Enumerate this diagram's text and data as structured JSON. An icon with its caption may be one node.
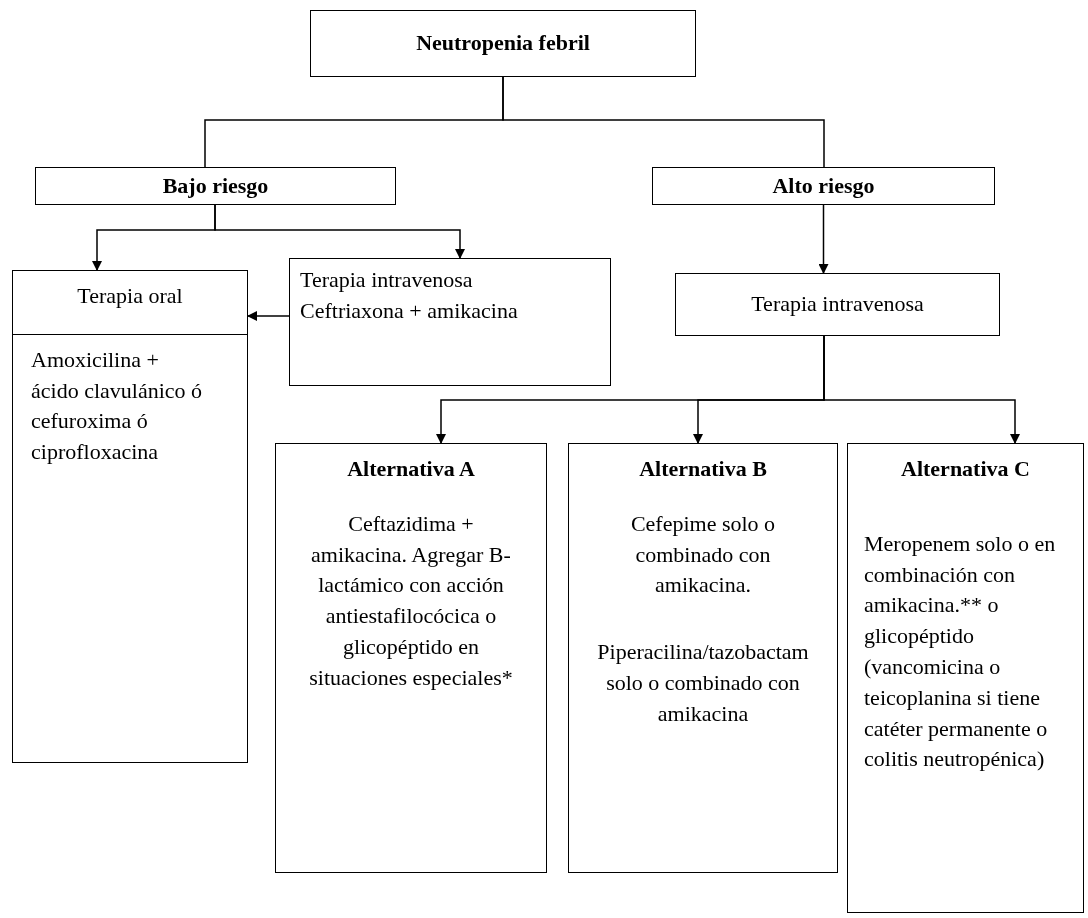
{
  "diagram": {
    "nodes": [
      {
        "text": [
          "Neutropenia febril"
        ]
      },
      {
        "text": [
          "Bajo riesgo"
        ]
      },
      {
        "text": [
          "Alto riesgo"
        ]
      },
      {
        "text": [
          "Terapia oral",
          "Amoxicilina + ácido clavulánico ó cefuroxima ó ciprofloxacina"
        ]
      },
      {
        "text": [
          "Terapia intravenosa",
          "Ceftriaxona + amikacina"
        ]
      },
      {
        "text": [
          "Terapia intravenosa"
        ]
      },
      {
        "text": [
          "Alternativa A",
          "Ceftazidima + amikacina. Agregar B-lactámico con acción antiestafilocócica o glicopéptido en situaciones especiales*"
        ]
      },
      {
        "text": [
          "Alternativa B",
          "Cefepime solo o combinado con amikacina.",
          "Piperacilina/tazobactam solo o combinado con amikacina"
        ]
      },
      {
        "text": [
          "Alternativa C",
          "Meropenem solo o en combinación con amikacina.** o glicopéptido (vancomicina o teicoplanina si tiene catéter permanente o colitis neutropénica)"
        ]
      }
    ],
    "edges": [
      {
        "from": 0,
        "to": 1,
        "arrow": "none"
      },
      {
        "from": 0,
        "to": 2,
        "arrow": "none"
      },
      {
        "from": 1,
        "to": 3,
        "arrow": "to"
      },
      {
        "from": 1,
        "to": 4,
        "arrow": "to"
      },
      {
        "from": 4,
        "to": 3,
        "arrow": "to"
      },
      {
        "from": 2,
        "to": 5,
        "arrow": "to"
      },
      {
        "from": 5,
        "to": 6,
        "arrow": "to"
      },
      {
        "from": 5,
        "to": 7,
        "arrow": "to"
      },
      {
        "from": 5,
        "to": 8,
        "arrow": "to"
      }
    ]
  }
}
